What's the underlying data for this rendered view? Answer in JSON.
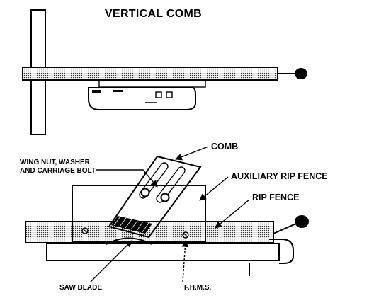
{
  "top_view": {
    "title": "VERTICAL COMB"
  },
  "labels": {
    "comb": "COMB",
    "wing_nut_line1": "WING NUT, WASHER",
    "wing_nut_line2": "AND CARRIAGE BOLT",
    "auxiliary_rip_fence": "AUXILIARY RIP FENCE",
    "rip_fence": "RIP FENCE",
    "saw_blade": "SAW BLADE",
    "fhms": "F.H.M.S."
  }
}
